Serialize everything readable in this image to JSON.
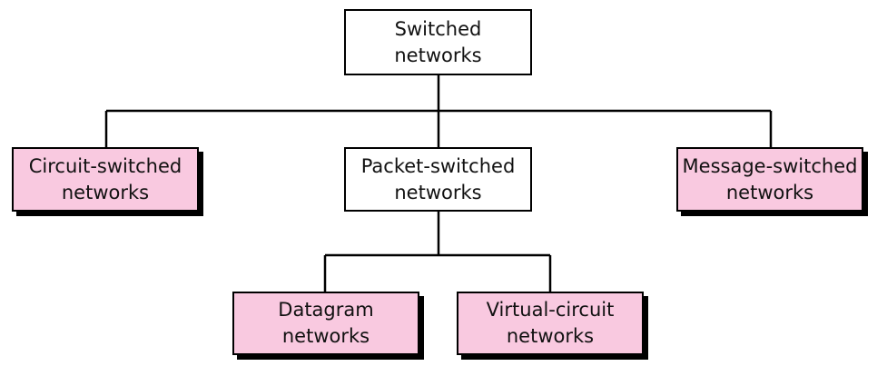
{
  "colors": {
    "root_fill": "#ffffff",
    "intermediate_fill": "#ffffff",
    "leaf_fill": "#f9c9e0",
    "line": "#000000"
  },
  "nodes": {
    "root": {
      "line1": "Switched",
      "line2": "networks"
    },
    "circuit": {
      "line1": "Circuit-switched",
      "line2": "networks"
    },
    "packet": {
      "line1": "Packet-switched",
      "line2": "networks"
    },
    "message": {
      "line1": "Message-switched",
      "line2": "networks"
    },
    "datagram": {
      "line1": "Datagram",
      "line2": "networks"
    },
    "virtual": {
      "line1": "Virtual-circuit",
      "line2": "networks"
    }
  }
}
